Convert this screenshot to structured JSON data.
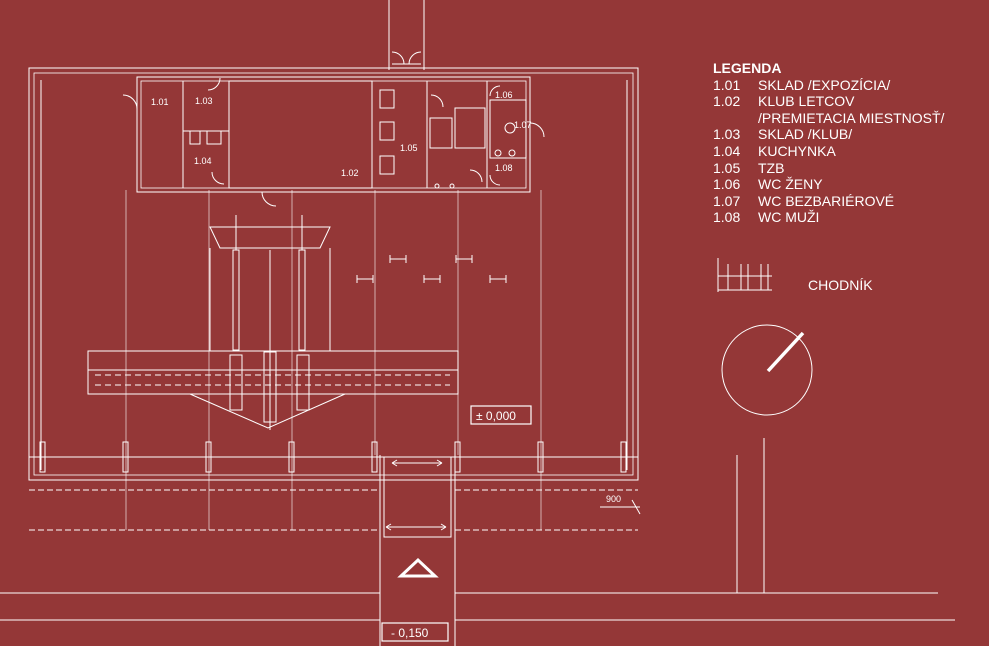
{
  "legend": {
    "title": "LEGENDA",
    "items": [
      {
        "code": "1.01",
        "label": "SKLAD /EXPOZÍCIA/"
      },
      {
        "code": "1.02",
        "label": "KLUB LETCOV"
      },
      {
        "code": "",
        "label": "/PREMIETACIA MIESTNOSŤ/"
      },
      {
        "code": "1.03",
        "label": "SKLAD /KLUB/"
      },
      {
        "code": "1.04",
        "label": "KUCHYNKA"
      },
      {
        "code": "1.05",
        "label": "TZB"
      },
      {
        "code": "1.06",
        "label": "WC ŽENY"
      },
      {
        "code": "1.07",
        "label": "WC BEZBARIÉROVÉ"
      },
      {
        "code": "1.08",
        "label": "WC MUŽI"
      }
    ],
    "walkway_label": "CHODNÍK"
  },
  "rooms": {
    "r101": "1.01",
    "r102": "1.02",
    "r103": "1.03",
    "r104": "1.04",
    "r105": "1.05",
    "r106": "1.06",
    "r107": "1.07",
    "r108": "1.08"
  },
  "levels": {
    "hangar": "± 0,000",
    "entry": "- 0,150"
  },
  "dimension": "900",
  "colors": {
    "background": "#943737",
    "lines": "#ffffff"
  }
}
